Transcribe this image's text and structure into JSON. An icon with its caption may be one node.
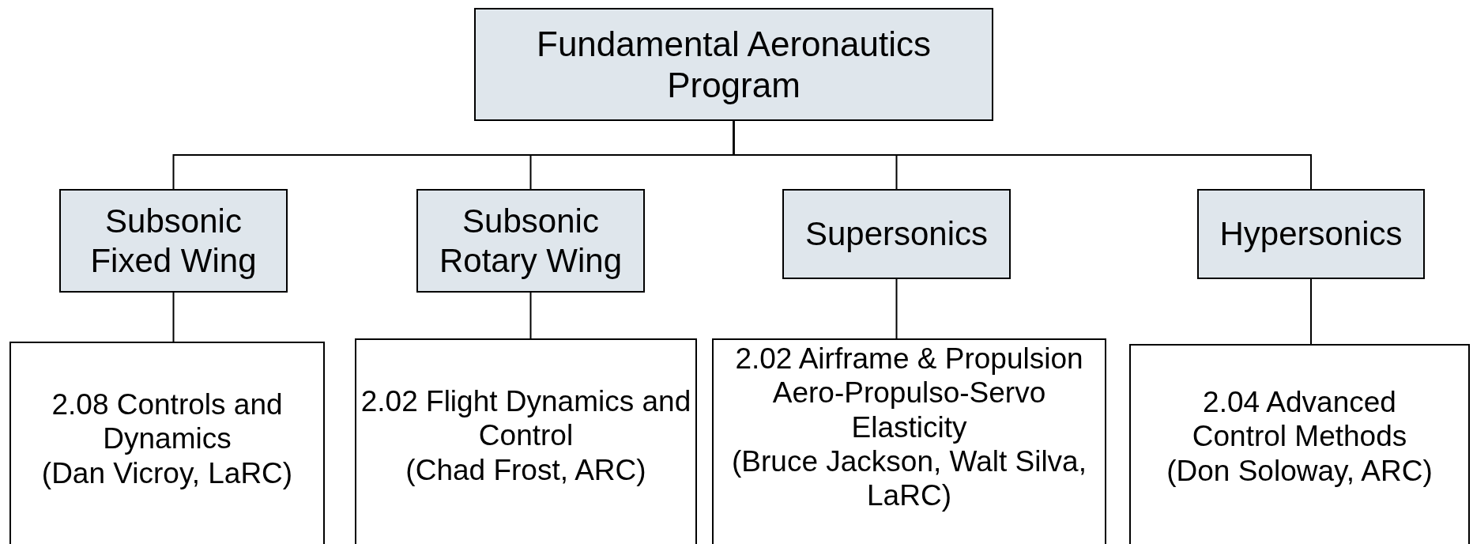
{
  "diagram": {
    "nodes": [
      {
        "text": [
          "Fundamental Aeronautics Program"
        ]
      },
      {
        "text": [
          "Subsonic Fixed Wing"
        ]
      },
      {
        "text": [
          "Subsonic Rotary Wing"
        ]
      },
      {
        "text": [
          "Supersonics"
        ]
      },
      {
        "text": [
          "Hypersonics"
        ]
      },
      {
        "text": [
          "2.08 Controls and Dynamics",
          "(Dan Vicroy, LaRC)"
        ]
      },
      {
        "text": [
          "2.02 Flight Dynamics and Control",
          "(Chad Frost, ARC)"
        ]
      },
      {
        "text": [
          "2.02 Airframe & Propulsion Aero-Propulso-Servo Elasticity",
          "(Bruce Jackson, Walt Silva, LaRC)"
        ]
      },
      {
        "text": [
          "2.04 Advanced Control Methods",
          "(Don Soloway, ARC)"
        ]
      }
    ],
    "edges": [
      {
        "from": 0,
        "to": 1,
        "arrow": "none"
      },
      {
        "from": 0,
        "to": 2,
        "arrow": "none"
      },
      {
        "from": 0,
        "to": 3,
        "arrow": "none"
      },
      {
        "from": 0,
        "to": 4,
        "arrow": "none"
      },
      {
        "from": 1,
        "to": 5,
        "arrow": "none"
      },
      {
        "from": 2,
        "to": 6,
        "arrow": "none"
      },
      {
        "from": 3,
        "to": 7,
        "arrow": "none"
      },
      {
        "from": 4,
        "to": 8,
        "arrow": "none"
      }
    ]
  }
}
